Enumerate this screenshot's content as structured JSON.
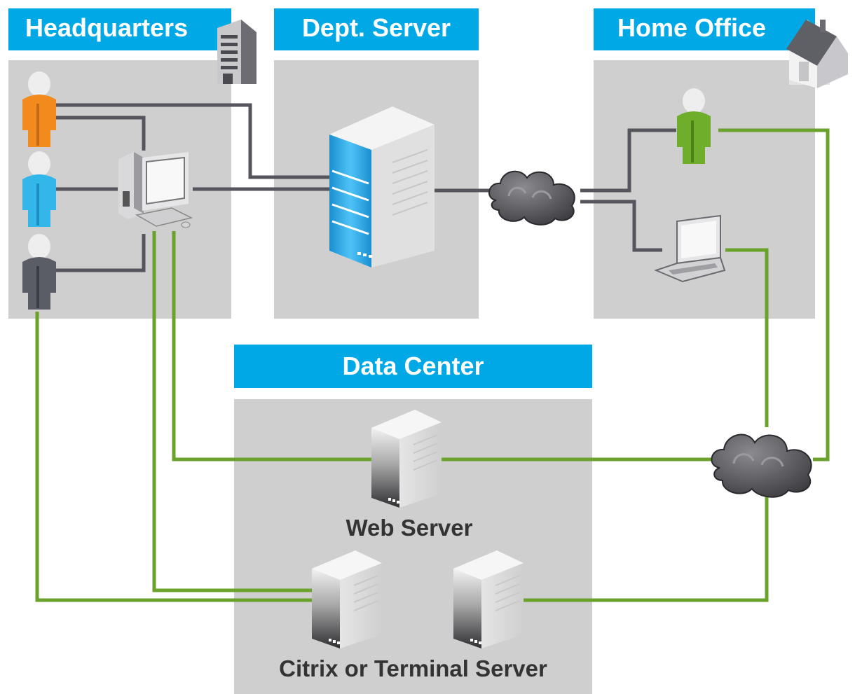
{
  "zones": {
    "headquarters": {
      "title": "Headquarters"
    },
    "dept_server": {
      "title": "Dept. Server"
    },
    "home_office": {
      "title": "Home Office"
    },
    "data_center": {
      "title": "Data Center"
    }
  },
  "servers": {
    "web": {
      "label": "Web Server"
    },
    "citrix": {
      "label": "Citrix or Terminal Server"
    }
  },
  "colors": {
    "banner": "#00a8e6",
    "panel": "#cfcfcf",
    "lan_line": "#55555e",
    "wan_line": "#6aa22c",
    "user_orange": "#f28a1e",
    "user_blue": "#33b6ea",
    "user_gray": "#5a5d66",
    "user_green": "#6fae2a"
  },
  "icons": [
    "office-building-icon",
    "house-icon",
    "cloud-icon",
    "desktop-computer-icon",
    "laptop-icon",
    "server-icon",
    "user-icon"
  ]
}
